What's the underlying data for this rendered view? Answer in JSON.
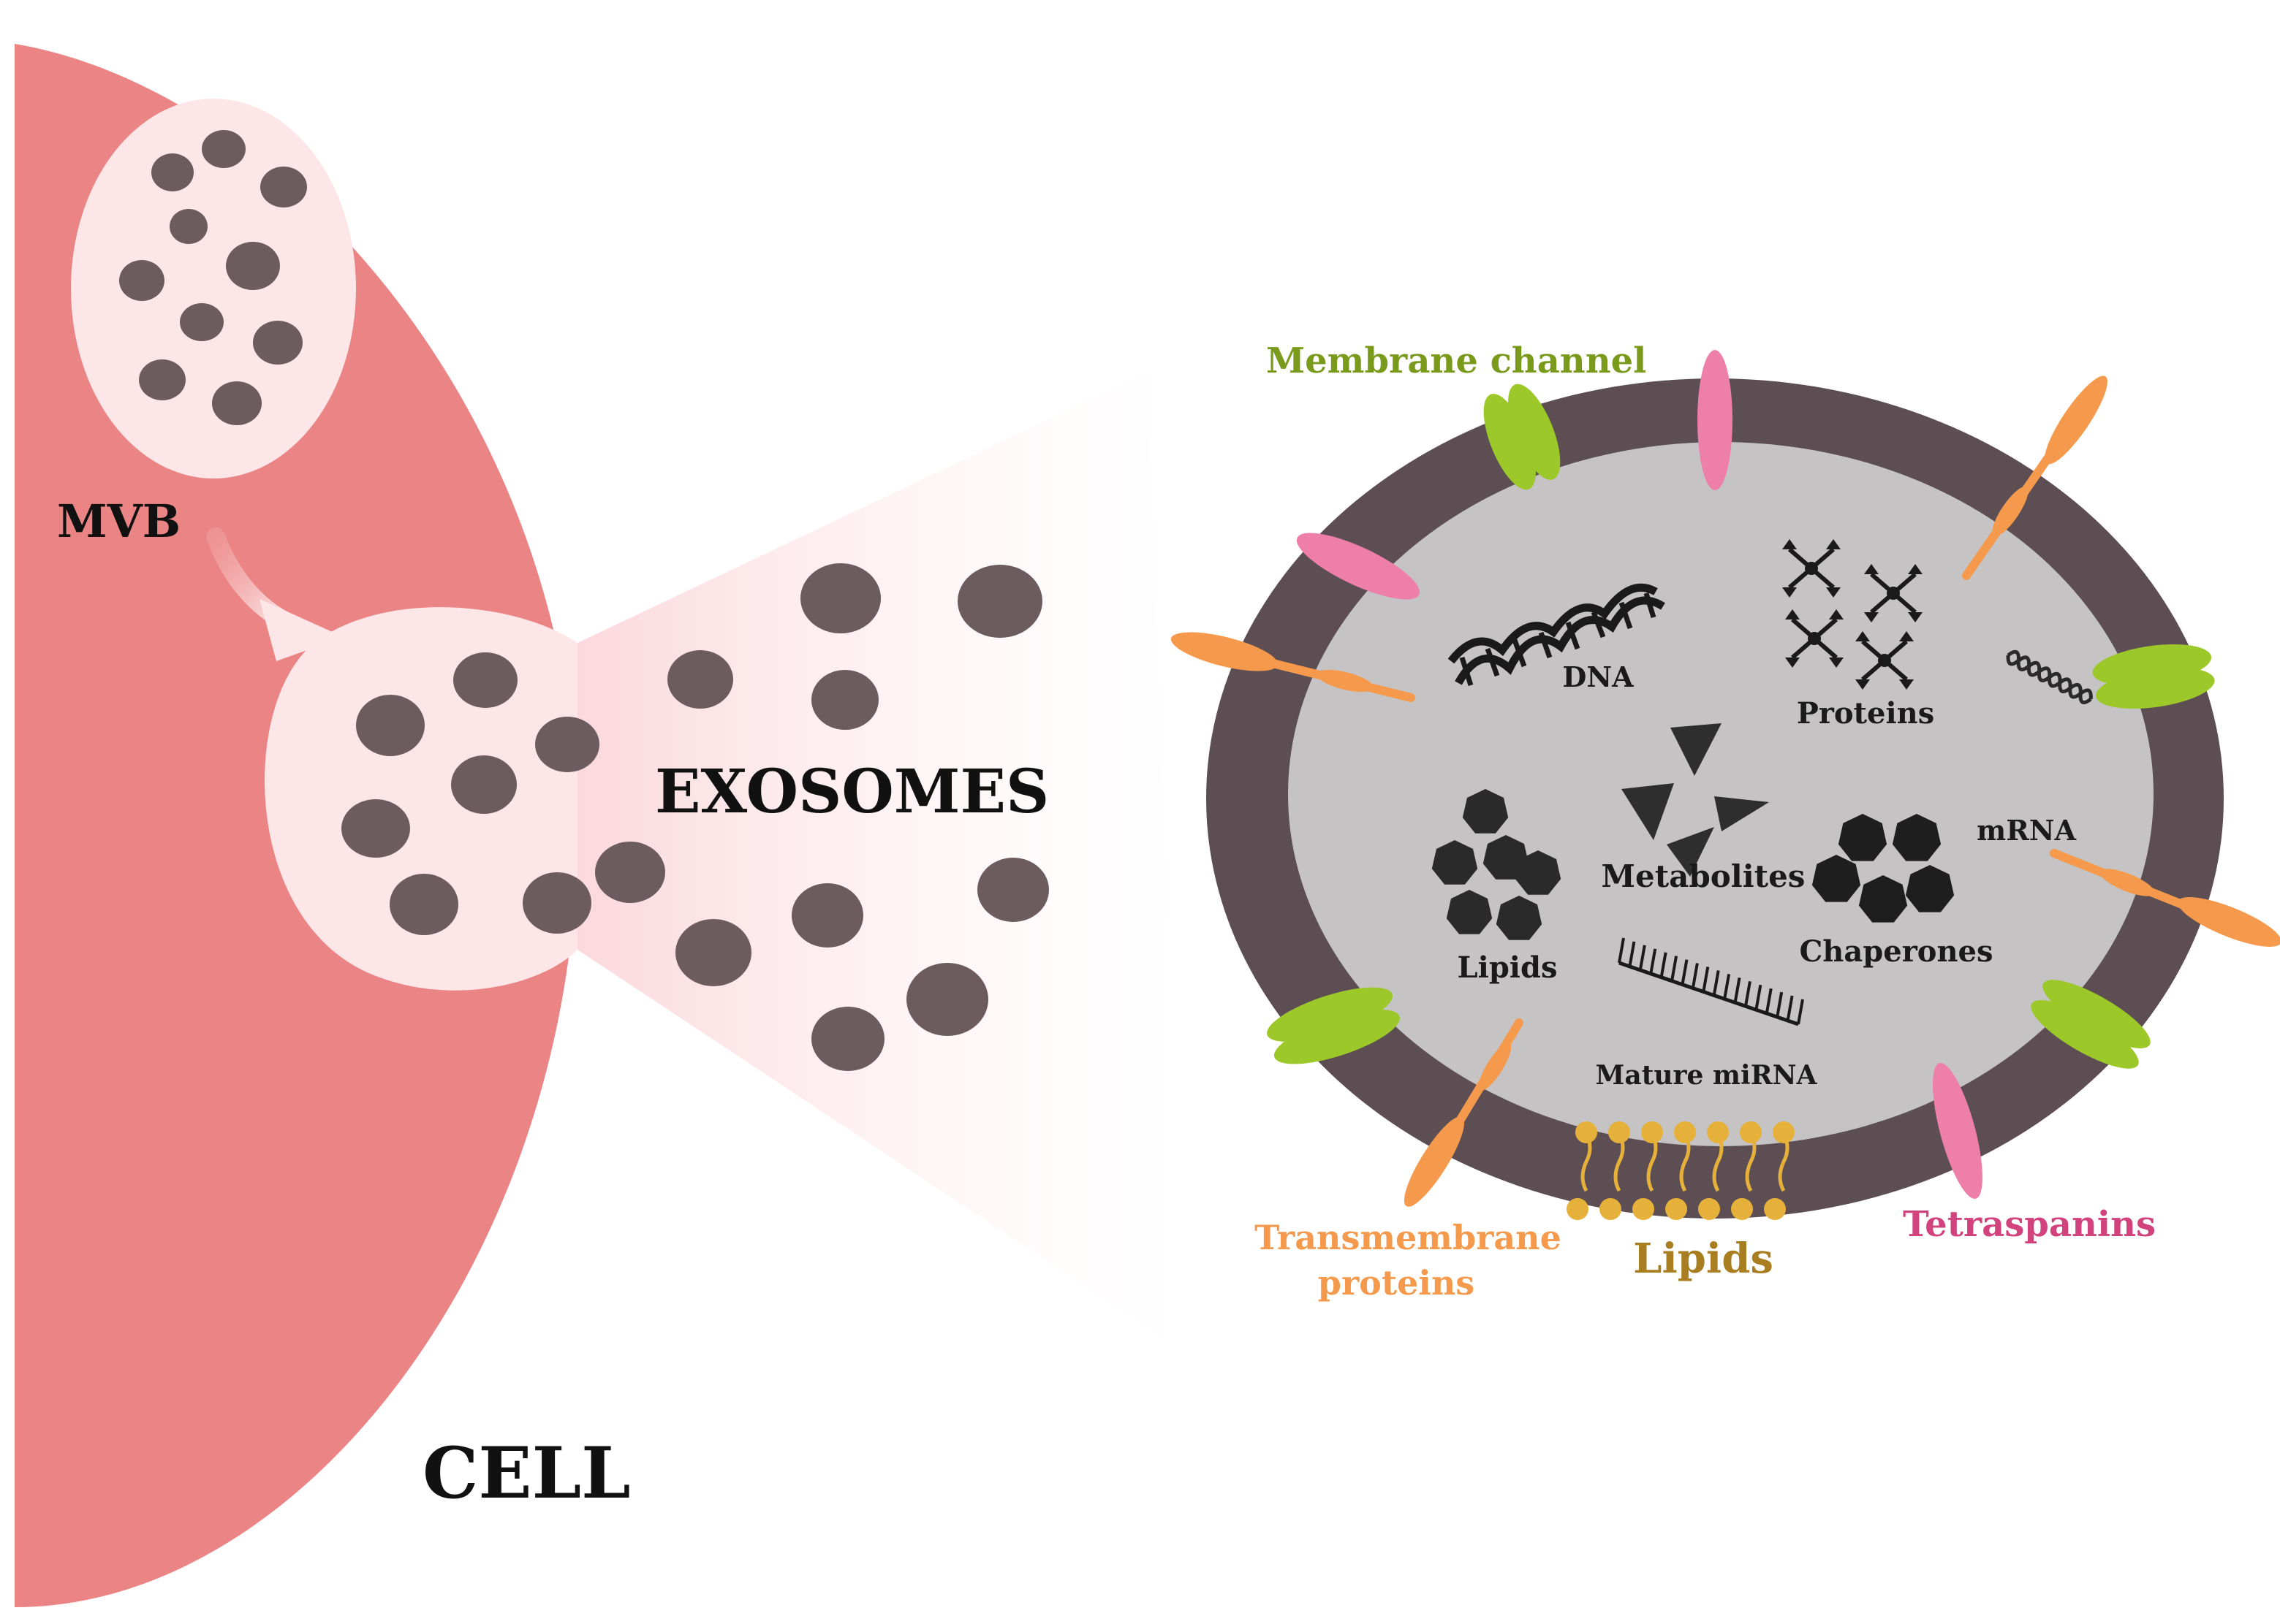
{
  "labels": {
    "cell": "CELL",
    "mvb": "MVB",
    "exosomes": "EXOSOMES",
    "membrane_channel": "Membrane channel",
    "transmembrane_line1": "Transmembrane",
    "transmembrane_line2": "proteins",
    "lipids_membrane": "Lipids",
    "tetraspanins": "Tetraspanins",
    "dna": "DNA",
    "proteins": "Proteins",
    "mrna": "mRNA",
    "metabolites": "Metabolites",
    "lipids_inner": "Lipids",
    "chaperones": "Chaperones",
    "mature_mirna": "Mature miRNA"
  },
  "colors": {
    "cell": "#eb8585",
    "vesicle": "#fde6e8",
    "vesicle_dot": "#6c5c5f",
    "exosome_shell": "#5c4e52",
    "exosome_lumen": "#c5c3c4",
    "membrane_channel": "#9dc82a",
    "membrane_channel_label": "#7a9a1c",
    "transmembrane": "#f59a4c",
    "tetraspanin": "#ee7fa8",
    "tetraspanin_label": "#d2437e",
    "lipid": "#e6b13b",
    "lipid_label": "#a97e21",
    "cargo": "#222222"
  }
}
